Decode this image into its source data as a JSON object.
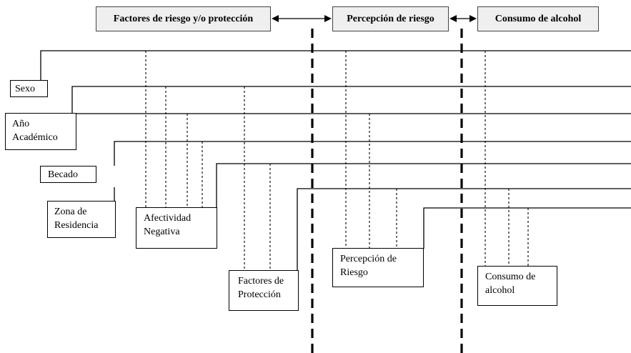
{
  "header": {
    "factores": "Factores de riesgo y/o protección",
    "percepcion": "Percepción de riesgo",
    "consumo": "Consumo de alcohol"
  },
  "variables": {
    "sexo": "Sexo",
    "anio_line1": "Año",
    "anio_line2": "Académico",
    "becado": "Becado",
    "zona_line1": "Zona de",
    "zona_line2": "Residencia",
    "afect_line1": "Afectividad",
    "afect_line2": "Negativa",
    "factprot_line1": "Factores de",
    "factprot_line2": "Protección",
    "percep_line1": "Percepción de",
    "percep_line2": "Riesgo",
    "consumo_line1": "Consumo de",
    "consumo_line2": "alcohol"
  }
}
